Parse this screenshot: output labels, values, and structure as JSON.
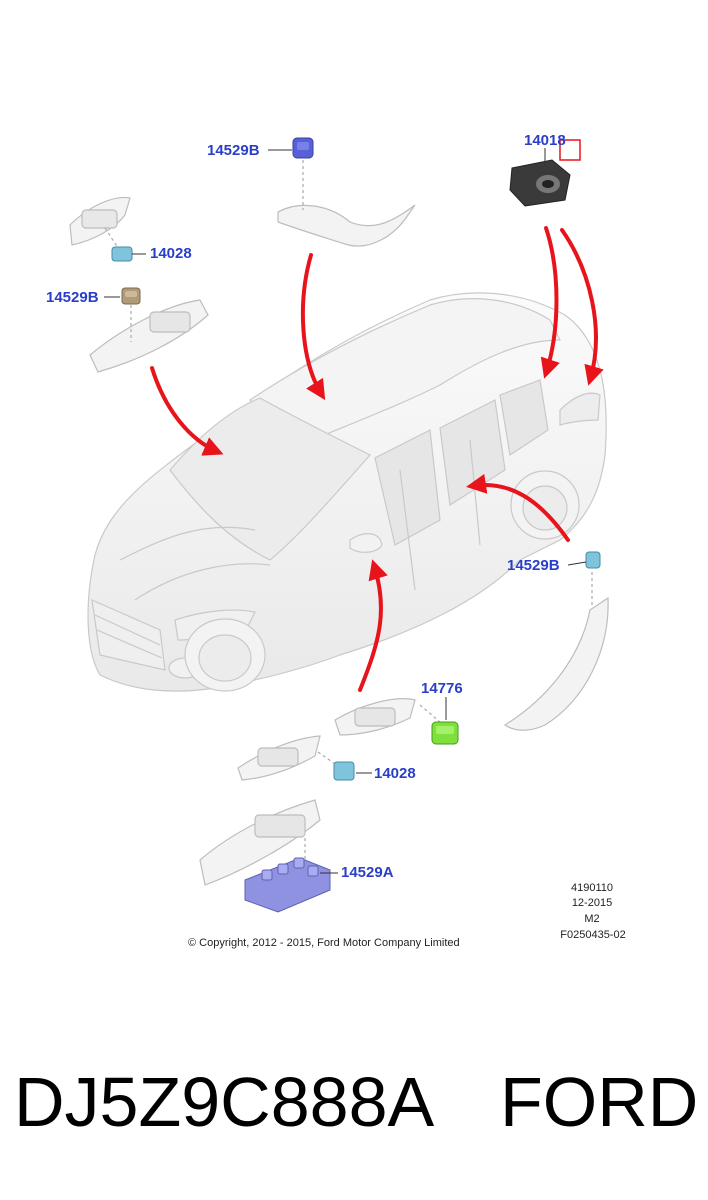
{
  "callouts": {
    "c1": "14529B",
    "c2": "14018",
    "c3": "14028",
    "c4": "14529B",
    "c5": "14529B",
    "c6": "14776",
    "c7": "14028",
    "c8": "14529A"
  },
  "meta": {
    "line1": "4190110",
    "line2": "12-2015",
    "line3": "M2",
    "line4": "F0250435-02"
  },
  "copyright": "© Copyright, 2012 - 2015, Ford Motor Company Limited",
  "footer": {
    "part_number": "DJ5Z9C888A",
    "brand": "FORD"
  },
  "colors": {
    "arrow": "#e8141b",
    "callout_text": "#2a3fc9",
    "switch_blue": "#5860d8",
    "switch_tan": "#b09a78",
    "switch_cyan": "#7ec4dc",
    "switch_green": "#7ee03a",
    "switch_lavender": "#8f92e0",
    "camera": "#3a3a3a"
  }
}
